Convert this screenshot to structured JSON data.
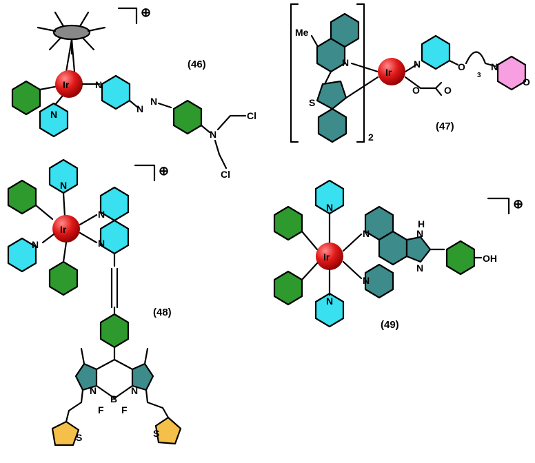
{
  "labels": {
    "c46": "(46)",
    "c47": "(47)",
    "c48": "(48)",
    "c49": "(49)"
  },
  "atoms": {
    "ir": "Ir",
    "n": "N",
    "cl": "Cl",
    "s": "S",
    "o": "O",
    "me": "Me",
    "h": "H",
    "oh": "OH",
    "b": "B",
    "f": "F",
    "charge": "⊕",
    "bracket_sub": "2",
    "chain_sub": "3"
  },
  "colors": {
    "green": "#2e9a2e",
    "cyan": "#38e0f0",
    "teal": "#3d8b8b",
    "red": "#e01818",
    "pink": "#f79fe0",
    "yellow": "#f5c04a",
    "grey": "#888888"
  }
}
